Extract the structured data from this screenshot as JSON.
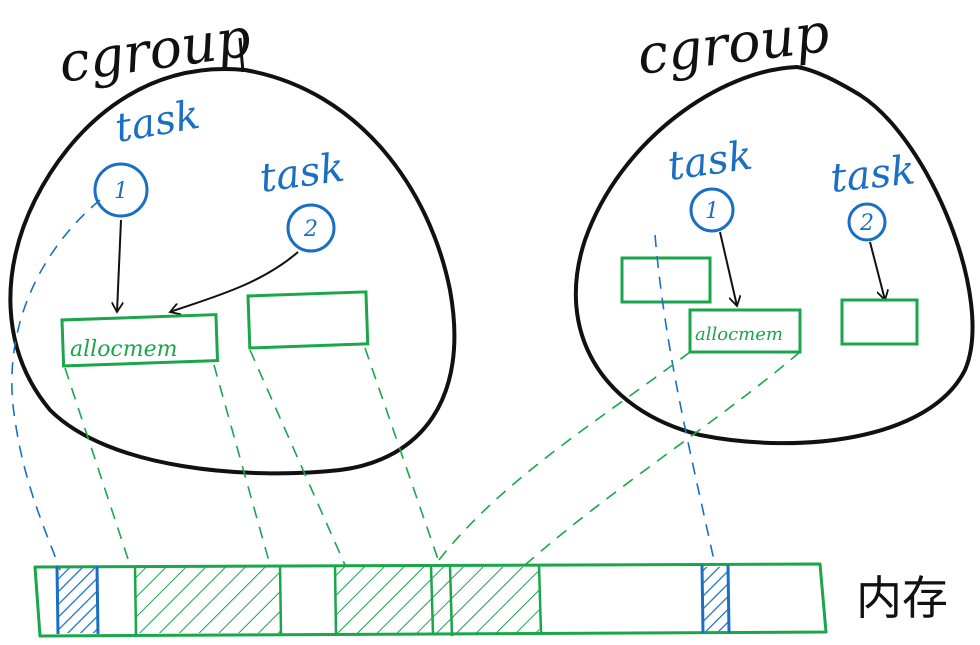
{
  "left_group": {
    "label": "cgroup",
    "task_a": {
      "label": "task",
      "number": "1"
    },
    "task_b": {
      "label": "task",
      "number": "2"
    },
    "alloc_label": "allocmem"
  },
  "right_group": {
    "label": "cgroup",
    "task_a": {
      "label": "task",
      "number": "1"
    },
    "task_b": {
      "label": "task",
      "number": "2"
    },
    "alloc_label": "allocmem"
  },
  "memory": {
    "label": "内存"
  },
  "colors": {
    "ink": "#111111",
    "task": "#1a6fc4",
    "memory": "#1aa64a"
  }
}
